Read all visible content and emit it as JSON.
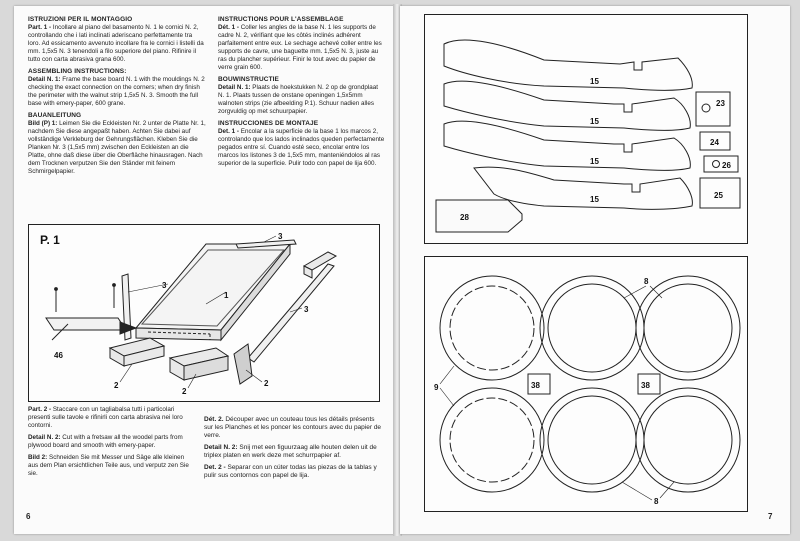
{
  "left": {
    "it": {
      "title": "ISTRUZIONI PER IL MONTAGGIO",
      "p1_head": "Part. 1 -",
      "p1_body": "Incollare al piano del basamento N. 1 le cornici N. 2, controllando che i lati inclinati aderiscano perfettamente tra loro. Ad essicamento avvenuto incollare fra le cornici i listelli da mm. 1,5x5 N. 3 tenendoli a filo superiore del piano. Rifinire il tutto con carta abrasiva grana 600."
    },
    "en": {
      "title": "ASSEMBLING INSTRUCTIONS:",
      "p1_head": "Detail N. 1:",
      "p1_body": "Frame the base board N. 1 with the mouldings N. 2 checking the exact connection on the corners; when dry finish the perimeter with the walnut strip 1,5x5 N. 3. Smooth the full base with emery-paper, 600 grane."
    },
    "de": {
      "title": "BAUANLEITUNG",
      "p1_head": "Bild (P) 1:",
      "p1_body": "Leimen Sie die Eckleisten Nr. 2 unter de Platte Nr. 1, nachdem Sie diese angepaßt haben. Achten Sie dabei auf vollständige Verkleburg der Gehrungsflächen. Kleben Sie die Planken Nr. 3 (1,5x5 mm) zwischen den Eckleisten an die Platte, ohne daß diese über die Oberfläche hinausragen. Nach dem Trocknen verputzen Sie den Ständer mit feinem Schmirgelpapier."
    },
    "figure": {
      "title": "P. 1",
      "labels": {
        "part1": "1",
        "part2": "2",
        "part3": "3",
        "part46": "46"
      }
    },
    "bottom": {
      "it_head": "Part. 2 -",
      "it_body": "Staccare con un tagliabalsa tutti i particolari presenti sulle tavole e rifinirli con carta abrasiva nei loro contorni.",
      "en_head": "Detail N. 2:",
      "en_body": "Cut with a fretsaw all the woodel parts from plywood board and smooth with emery-paper.",
      "de_head": "Bild 2:",
      "de_body": "Schneiden Sie mit Messer und Säge alle kleinen aus dem Plan ersichtlichen Teile aus, und verputz zen Sie sie."
    },
    "page_number": "6"
  },
  "middle": {
    "fr": {
      "title": "INSTRUCTIONS POUR L'ASSEMBLAGE",
      "p1_head": "Dét. 1 -",
      "p1_body": "Coller les angles de la base N. 1 les supports de cadre N. 2, vérifiant que les côtés inclinés adhérent parfaitement entre eux. Le sechage achevé coller entre les supports de cavre, une baguette mm. 1,5x5 N. 3, juste au ras du plancher supérieur. Finir le tout avec du papier de verre grain 600."
    },
    "nl": {
      "title": "BOUWINSTRUCTIE",
      "p1_head": "Detail N. 1:",
      "p1_body": "Plaats de hoekstukken N. 2 op de grondplaat N. 1. Plaats tussen de onstane openingen 1,5x5mm walnoten strips (zie afbeelding P.1). Schuur nadien alles zorgvuldig op met schuurpapier."
    },
    "es": {
      "title": "INSTRUCCIONES DE MONTAJE",
      "p1_head": "Det. 1 -",
      "p1_body": "Encolar a la superficie de la base 1 los marcos 2, controlando que los lados inclinados queden perfectamente pegados entre sí. Cuando esté seco, encolar entre los marcos los listones 3 de 1,5x5 mm, manteniéndolos al ras superior de la superficie. Pulir todo con papel de lija 600."
    },
    "bottom": {
      "fr_head": "Dét. 2.",
      "fr_body": "Découper avec un couteau tous les détails présents sur les Planches et les poncer les contours avec du papier de verre.",
      "nl_head": "Detail N. 2:",
      "nl_body": "Snij met een figuurzaag alle houten delen uit de triplex platen en werk deze met schurrpapier af.",
      "es_head": "Det. 2 -",
      "es_body": "Separar con un cúter todas las piezas de la tablas y pulir sus contornos con papel de lija."
    }
  },
  "right": {
    "panel1_labels": {
      "rib": "15",
      "p23": "23",
      "p24": "24",
      "p25": "25",
      "p26": "26",
      "p28": "28"
    },
    "panel2_labels": {
      "ring": "8",
      "ring_b": "9",
      "sq": "38"
    },
    "page_number": "7"
  }
}
